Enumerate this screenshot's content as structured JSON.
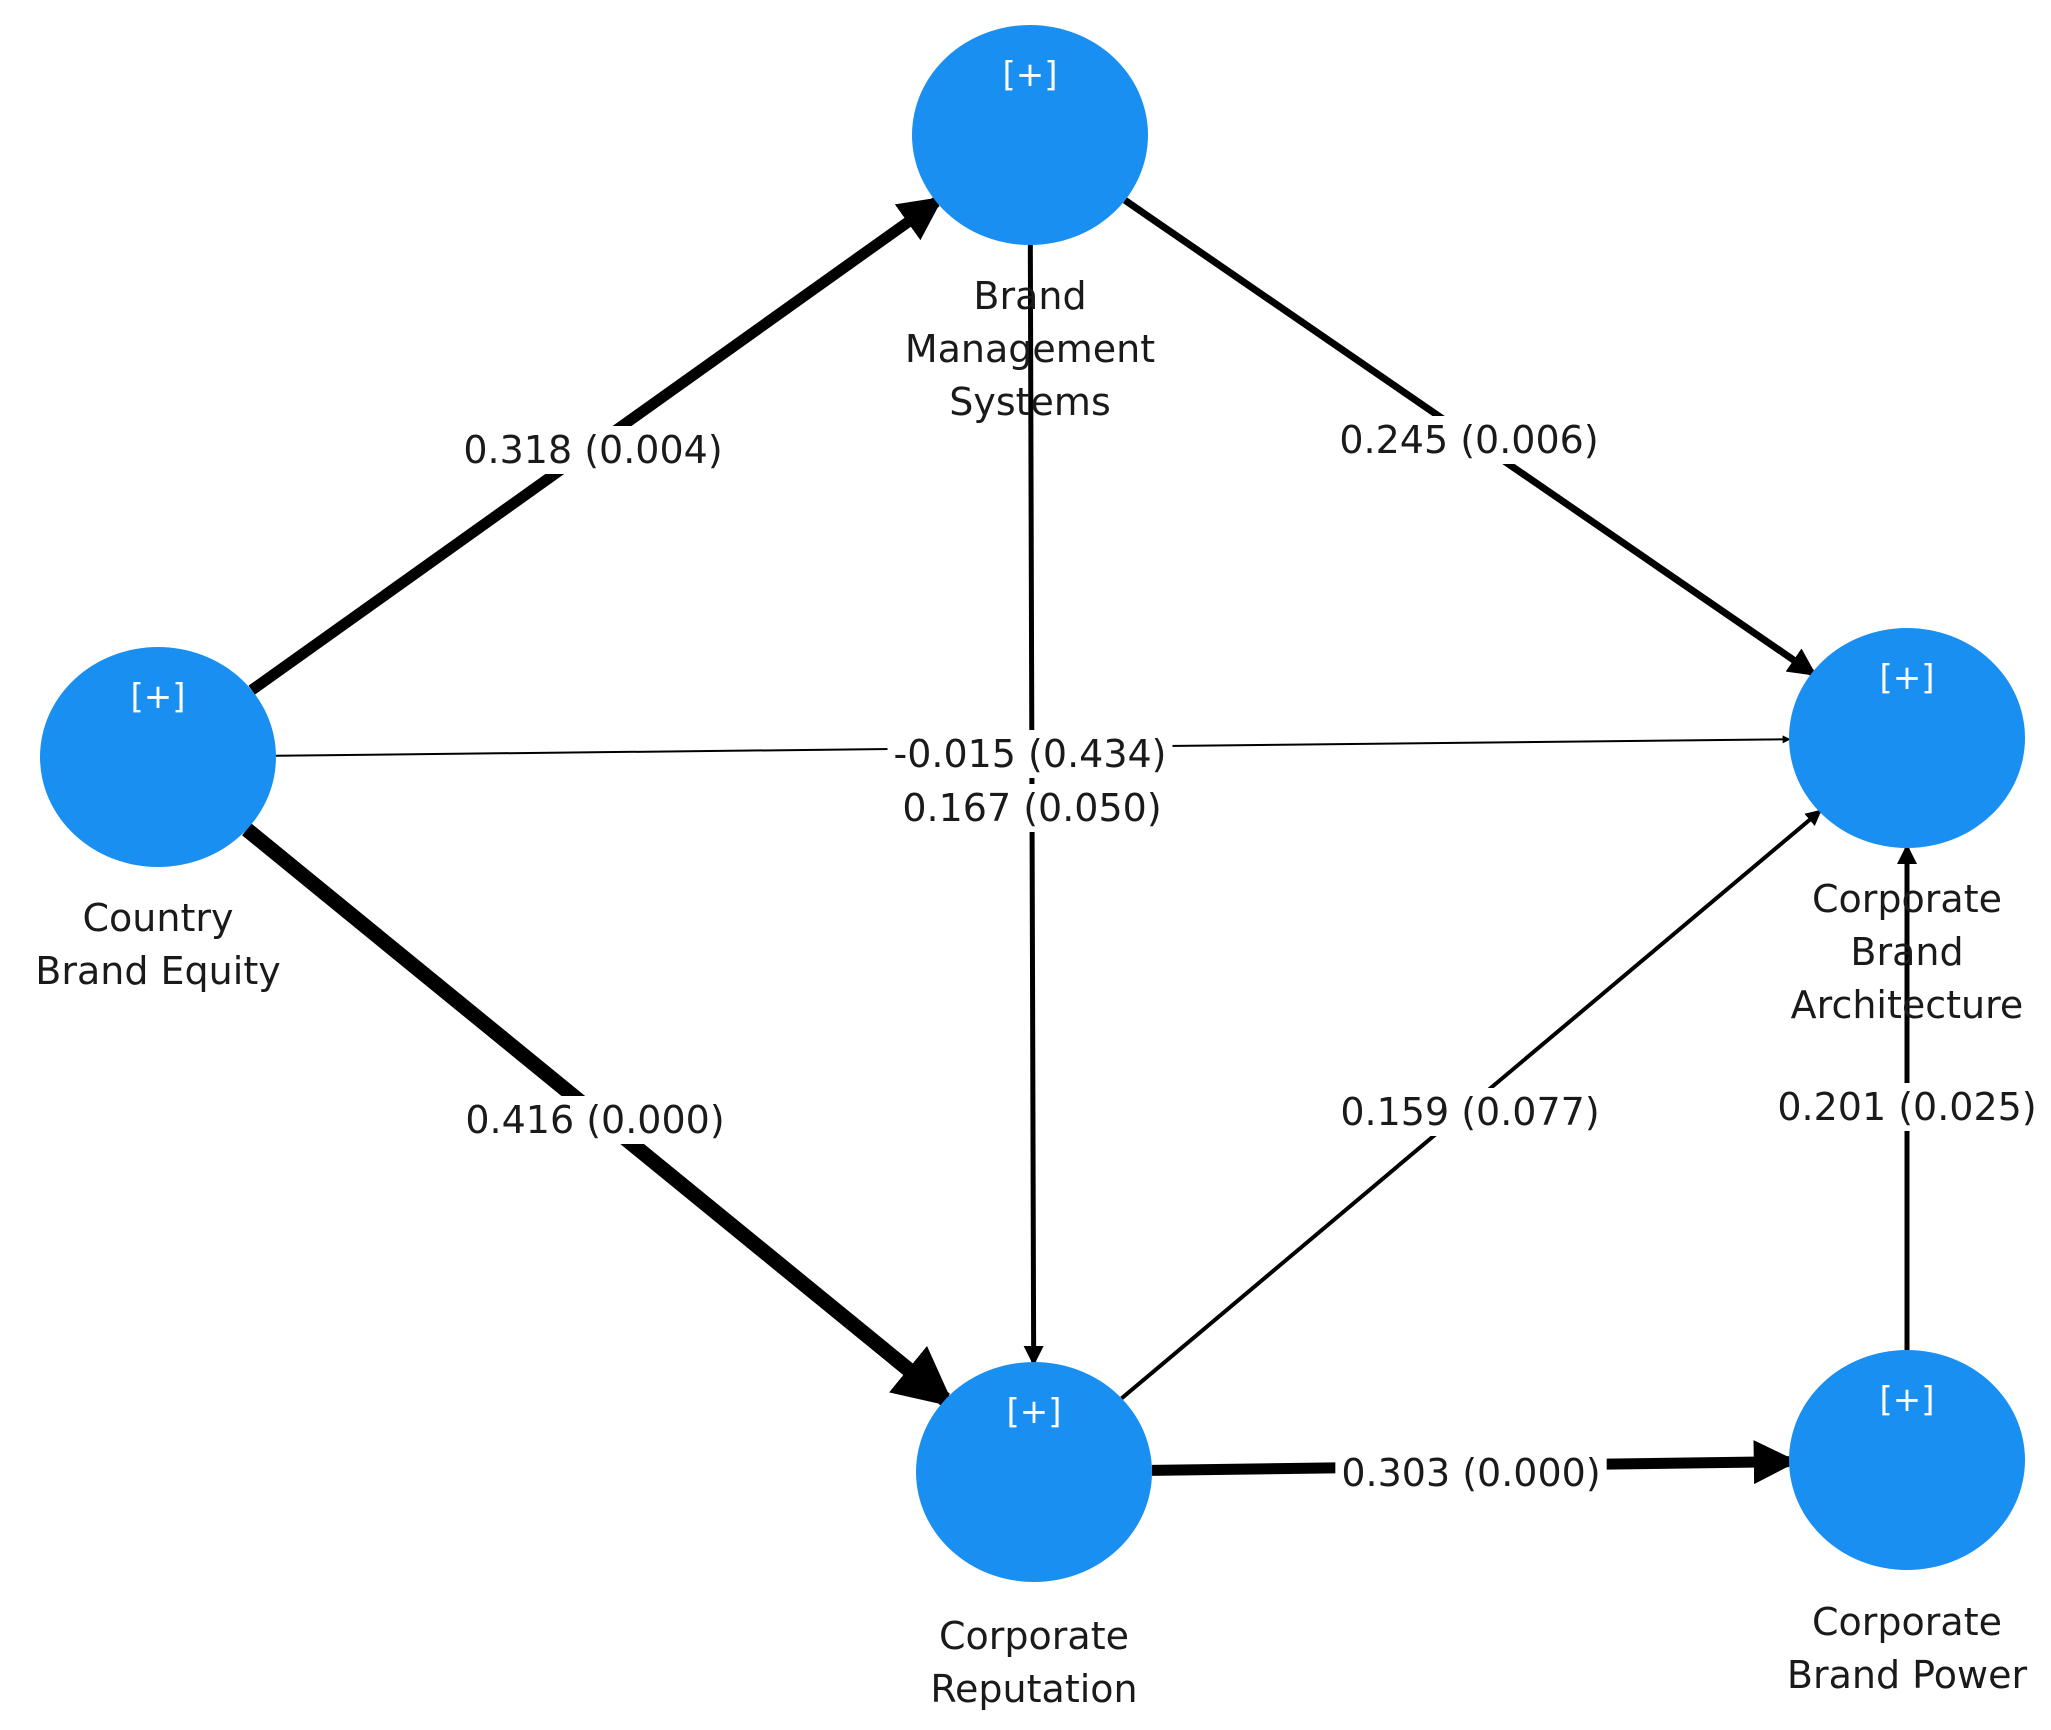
{
  "nodes": [
    {
      "id": "cbe",
      "label_lines": [
        "Country",
        "Brand Equity"
      ],
      "expand": "[+]"
    },
    {
      "id": "bms",
      "label_lines": [
        "Brand",
        "Management",
        "Systems"
      ],
      "expand": "[+]"
    },
    {
      "id": "cba",
      "label_lines": [
        "Corporate",
        "Brand",
        "Architecture"
      ],
      "expand": "[+]"
    },
    {
      "id": "cr",
      "label_lines": [
        "Corporate",
        "Reputation"
      ],
      "expand": "[+]"
    },
    {
      "id": "cbp",
      "label_lines": [
        "Corporate",
        "Brand Power"
      ],
      "expand": "[+]"
    }
  ],
  "edges": [
    {
      "from": "cbe",
      "to": "bms",
      "label": "0.318 (0.004)"
    },
    {
      "from": "bms",
      "to": "cba",
      "label": "0.245 (0.006)"
    },
    {
      "from": "cbe",
      "to": "cba",
      "label": "-0.015 (0.434)"
    },
    {
      "from": "bms",
      "to": "cr",
      "label": "0.167 (0.050)"
    },
    {
      "from": "cbe",
      "to": "cr",
      "label": "0.416 (0.000)"
    },
    {
      "from": "cr",
      "to": "cba",
      "label": "0.159 (0.077)"
    },
    {
      "from": "cbp",
      "to": "cba",
      "label": "0.201 (0.025)"
    },
    {
      "from": "cr",
      "to": "cbp",
      "label": "0.303 (0.000)"
    }
  ],
  "colors": {
    "node_fill": "#1a8ff2",
    "edge": "#000000",
    "text": "#1a1a1a",
    "background": "#ffffff"
  }
}
